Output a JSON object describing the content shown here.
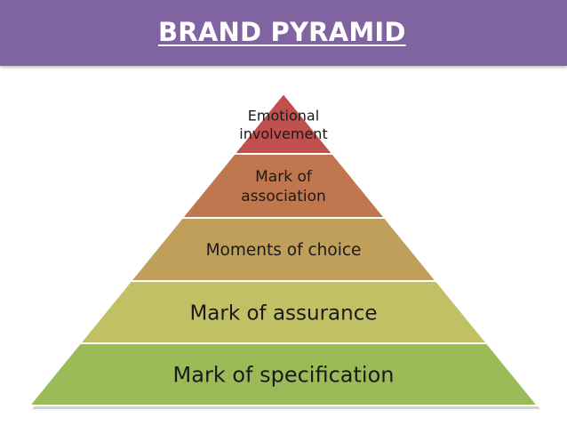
{
  "title": "BRAND PYRAMID",
  "pyramid": {
    "tiers": [
      {
        "label_lines": [
          "Emotional",
          "involvement"
        ],
        "color": "#c0504d"
      },
      {
        "label_lines": [
          "Mark of",
          "association"
        ],
        "color": "#c0764f"
      },
      {
        "label_lines": [
          "Moments of choice"
        ],
        "color": "#bf9f5a"
      },
      {
        "label_lines": [
          "Mark of assurance"
        ],
        "color": "#c2c064"
      },
      {
        "label_lines": [
          "Mark of specification"
        ],
        "color": "#9bbb59"
      }
    ]
  }
}
